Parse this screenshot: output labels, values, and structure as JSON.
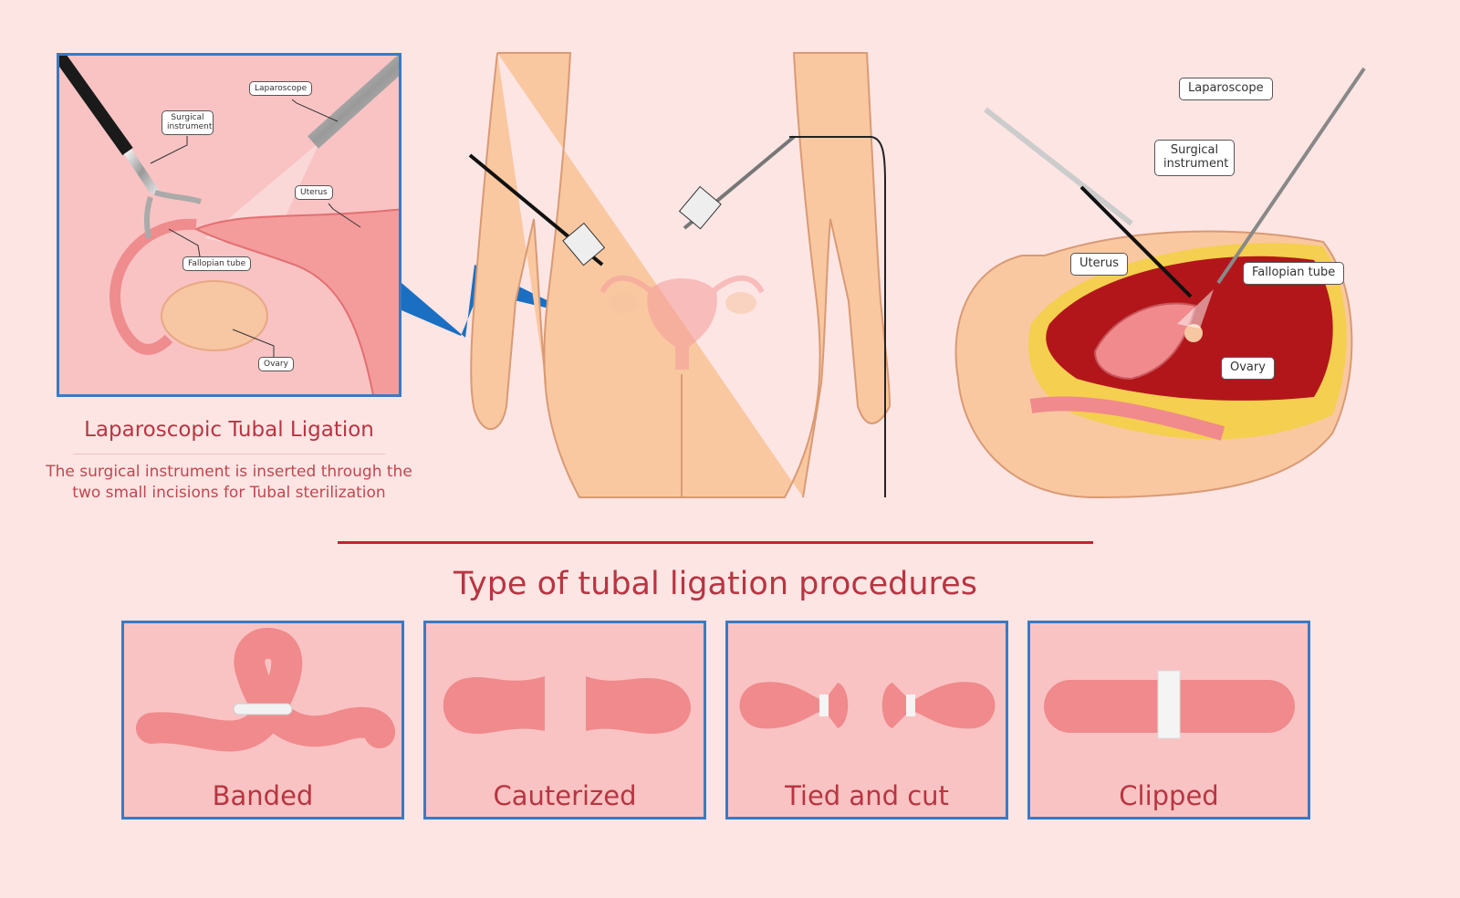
{
  "left_panel": {
    "labels": {
      "laparoscope": "Laparoscope",
      "surgical_instrument": "Surgical instrument",
      "uterus": "Uterus",
      "fallopian_tube": "Fallopian tube",
      "ovary": "Ovary"
    },
    "title": "Laparoscopic Tubal Ligation",
    "description_line1": "The surgical instrument is inserted through the",
    "description_line2": "two small incisions for Tubal sterilization"
  },
  "right_panel": {
    "labels": {
      "laparoscope": "Laparoscope",
      "surgical_instrument": "Surgical instrument",
      "uterus": "Uterus",
      "fallopian_tube": "Fallopian tube",
      "ovary": "Ovary"
    }
  },
  "procedures": {
    "heading": "Type of tubal ligation procedures",
    "items": [
      {
        "label": "Banded"
      },
      {
        "label": "Cauterized"
      },
      {
        "label": "Tied and cut"
      },
      {
        "label": "Clipped"
      }
    ]
  },
  "colors": {
    "background": "#fde5e4",
    "accent_red": "#b83541",
    "panel_border": "#3c79c0",
    "tube_pink": "#f08a8c"
  }
}
